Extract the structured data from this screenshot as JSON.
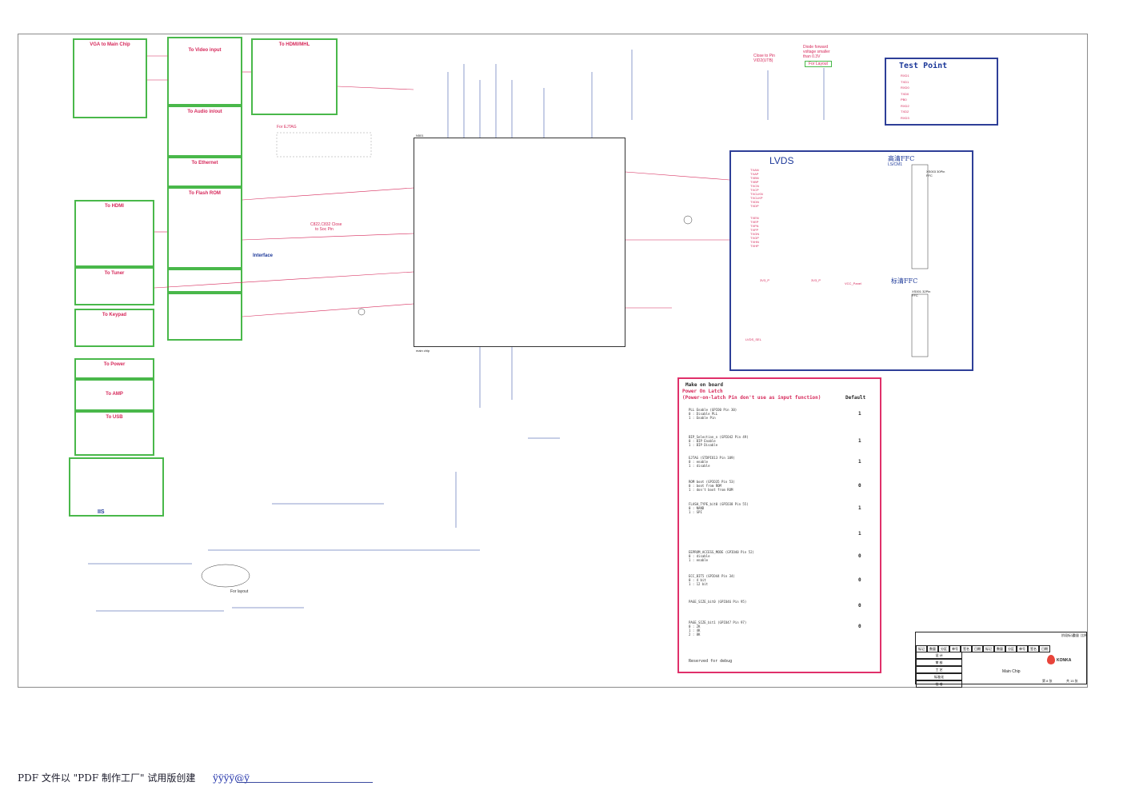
{
  "blocks": {
    "vga": "VGA to Main Chip",
    "video_input": "To Video input",
    "hdmi_mhl": "To HDMI/MHL",
    "audio": "To Audio in/out",
    "ethernet": "To Ethernet",
    "flash": "To Flash ROM",
    "hdmi": "To HDMI",
    "tuner": "To Tuner",
    "keypad": "To Keypad",
    "power": "To Power",
    "amp": "To AMP",
    "usb": "To USB",
    "iis": "IIS",
    "interface": "Interface"
  },
  "notes": {
    "for_ejtag": "For EJTAG",
    "close_to_pin": "Close to Pin",
    "close_to_pin_part": "VID2(UTB)",
    "diode_note_1": "Diode forward",
    "diode_note_2": "voltage smaller",
    "diode_note_3": "than 0.3V",
    "for_layout": "For Layout",
    "cs22": "C822,C832 Close",
    "to_soc_pin": "to Soc Pin",
    "for_layout2": "For layout"
  },
  "test_point": {
    "title": "Test Point",
    "pins": [
      "RXD1",
      "TXD1",
      "RXD0",
      "TXD0",
      "PB0",
      "RXD2",
      "TXD2",
      "RXD3"
    ]
  },
  "lvds": {
    "title": "LVDS",
    "high_ffc": "高清FFC",
    "high_ffc_sub": "LS/CM1",
    "std_ffc": "标清FFC",
    "conn1": "XS003 30Pin FFC",
    "conn2": "XS001 32Pin FFC",
    "nets_a": [
      "TXAN",
      "TXAP",
      "TXBN",
      "TXBP",
      "TXCN",
      "TXCP",
      "TXCLKN",
      "TXCLKP",
      "TXDN",
      "TXDP"
    ],
    "nets_b": [
      "TXEN",
      "TXEP",
      "TXFN",
      "TXFP",
      "TXGN",
      "TXGP",
      "TXHN",
      "TXHP"
    ],
    "power_nets": [
      "3V3_P",
      "3V3_P",
      "VCC_Panel",
      "LVDS_SEL"
    ]
  },
  "boot": {
    "title1": "Make on board",
    "title2": "Power On Latch",
    "title3": "(Power-on-latch Pin don't use as input function)",
    "default": "Default",
    "items": [
      {
        "name": "PLL Enable  (GPIO0 Pin 30)",
        "opts": [
          "0 : Disable PLL",
          "1 : Enable Pin"
        ],
        "def": "1"
      },
      {
        "name": "BIP_Selection_n (GPIO42 Pin 49)",
        "opts": [
          "0 : BIP Enable",
          "1 : BIP Disable"
        ],
        "def": "1"
      },
      {
        "name": "EJTAG (STDPIO13 Pin 109)",
        "opts": [
          "0 : enable",
          "1 : disable"
        ],
        "def": "1"
      },
      {
        "name": "ROM boot (GPIO35 Pin 53)",
        "opts": [
          "0 : boot from ROM",
          "1 : don't boot from ROM"
        ],
        "def": "0"
      },
      {
        "name": "FLASH_TYPE_bit0  (GPIO38  Pin 55)",
        "opts": [
          "0 : NAND",
          "1 : SPI"
        ],
        "def": "1"
      },
      {
        "name": "",
        "opts": [],
        "def": "1"
      },
      {
        "name": "EEPROM_ACCESS_MODE (GPIO40 Pin 52)",
        "opts": [
          "0 : disable",
          "1 : enable"
        ],
        "def": "0"
      },
      {
        "name": "ECC_BIT5  (GPIO44 Pin 34)",
        "opts": [
          "0 : 4 bit",
          "1 : 12 bit"
        ],
        "def": "0"
      },
      {
        "name": "PAGE_SIZE_bit0  (GPIO46 Pin 95)",
        "opts": [],
        "def": "0"
      },
      {
        "name": "PAGE_SIZE_bit1  (GPIO47 Pin 97)",
        "opts": [
          "0 : 2K",
          "1 : 4K",
          "2 : 8K"
        ],
        "def": "0"
      }
    ],
    "reserved": "Reserved for debug"
  },
  "title_block": {
    "header": [
      "标记",
      "数量",
      "分区",
      "单号",
      "签名",
      "日期",
      "标记",
      "数量",
      "分区",
      "单号",
      "签名",
      "日期"
    ],
    "rows": [
      "设 计",
      "审 核",
      "工 艺",
      "标准化",
      "批 准"
    ],
    "stage": "阶段标记",
    "weight": "重量",
    "ratio": "比例",
    "sheet_title": "Main Chip",
    "company": "KONKA",
    "sheet_no": "第 8 张",
    "sheet_total": "共 15 张"
  },
  "chip": {
    "ref": "N501",
    "part": "main chip"
  },
  "footer": {
    "text": "PDF 文件以 \"PDF 制作工厂\" 试用版创建",
    "link": "ÿÿÿÿ@ÿ"
  }
}
